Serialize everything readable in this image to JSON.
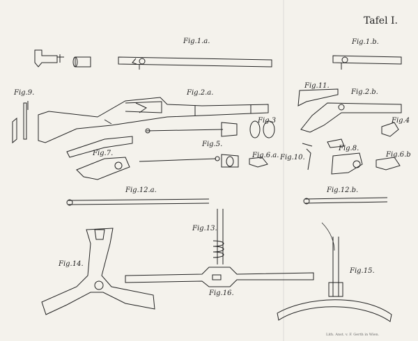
{
  "plate_title": "Tafel I.",
  "figures": {
    "fig1a": "Fig.1.a.",
    "fig1b": "Fig.1.b.",
    "fig2a": "Fig.2.a.",
    "fig2b": "Fig.2.b.",
    "fig3": "Fig.3",
    "fig4": "Fig.4",
    "fig5": "Fig.5.",
    "fig6a": "Fig.6.a.",
    "fig6b": "Fig.6.b",
    "fig7": "Fig.7.",
    "fig8": "Fig.8.",
    "fig9": "Fig.9.",
    "fig10": "Fig.10.",
    "fig11": "Fig.11.",
    "fig12a": "Fig.12.a.",
    "fig12b": "Fig.12.b.",
    "fig13": "Fig.13.",
    "fig14": "Fig.14.",
    "fig15": "Fig.15.",
    "fig16": "Fig.16."
  },
  "credit": "Lith. Anst. v. F. Gerth in Wien."
}
